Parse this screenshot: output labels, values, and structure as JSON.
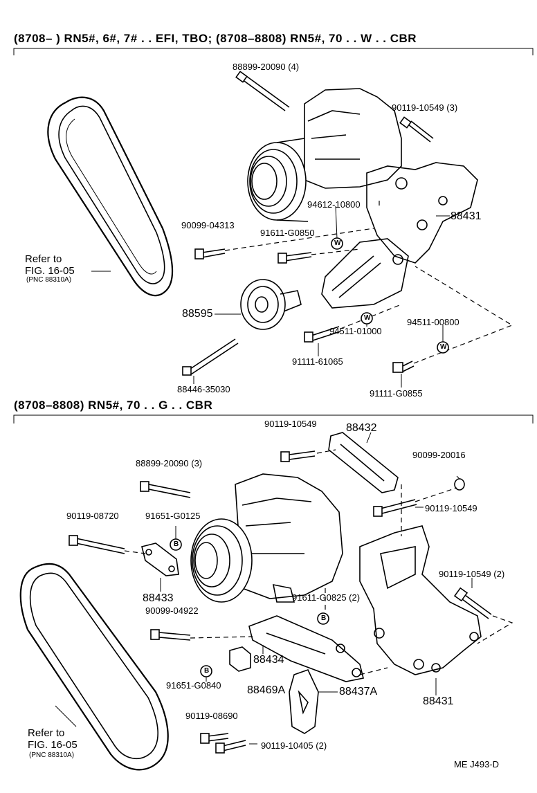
{
  "sections": [
    {
      "header": "(8708–       ) RN5#, 6#, 7# . . EFI, TBO; (8708–8808) RN5#, 70 . . W . . CBR"
    },
    {
      "header": "(8708–8808) RN5#, 70 . . G . . CBR"
    }
  ],
  "top": {
    "parts": {
      "bolt_88899": "88899-20090 (4)",
      "bolt_90119": "90119-10549 (3)",
      "washer_94612": "94612-10800",
      "bracket_88431": "88431",
      "bolt_90099": "90099-04313",
      "bolt_91611": "91611-G0850",
      "idler_88595": "88595",
      "washer_94511_a": "94511-00800",
      "washer_94511_b": "94511-01000",
      "bolt_91111_a": "91111-61065",
      "bolt_91111_b": "91111-G0855",
      "bolt_88446": "88446-35030"
    },
    "refer_line1": "Refer to",
    "refer_line2": "FIG. 16-05",
    "refer_pnc": "(PNC 88310A)",
    "marker": "W"
  },
  "bottom": {
    "parts": {
      "bolt_90119_a": "90119-10549",
      "brace_88432": "88432",
      "bolt_88899": "88899-20090 (3)",
      "nut_90099": "90099-20016",
      "bolt_90119_b": "90119-10549",
      "bolt_90119_08720": "90119-08720",
      "bolt_91651_g0125": "91651-G0125",
      "bolt_90119_c": "90119-10549 (2)",
      "brace_88433": "88433",
      "bolt_91611_g0825": "91611-G0825 (2)",
      "bolt_90099_04922": "90099-04922",
      "bracket_88434": "88434",
      "bracket_88431": "88431",
      "bolt_91651_g0840": "91651-G0840",
      "spacer_88469a": "88469A",
      "plate_88437a": "88437A",
      "bolt_90119_08690": "90119-08690",
      "bolt_90119_10405": "90119-10405 (2)"
    },
    "refer_line1": "Refer to",
    "refer_line2": "FIG. 16-05",
    "refer_pnc": "(PNC 88310A)",
    "marker": "B"
  },
  "footer_code": "ME  J493-D"
}
